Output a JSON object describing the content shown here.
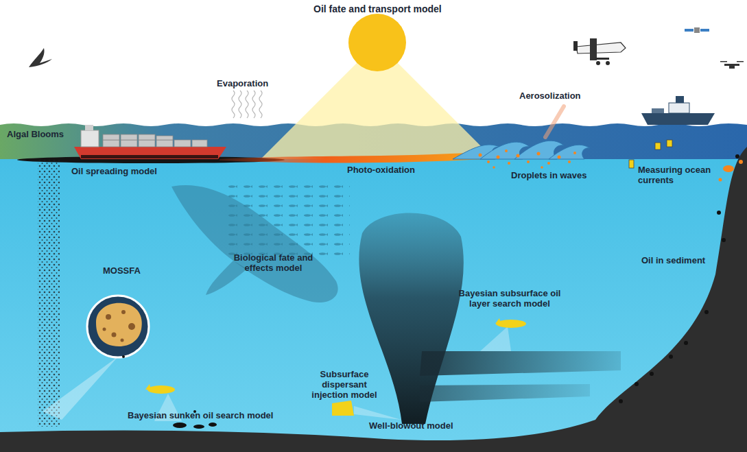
{
  "diagram": {
    "title": "Oil fate and transport model",
    "labels": [
      "Evaporation",
      "Aerosolization",
      "Algal Blooms",
      "Oil spreading model",
      "Photo-oxidation",
      "Droplets in waves",
      "Measuring ocean currents",
      "Oil in sediment",
      "MOSSFA",
      "Biological fate and effects model",
      "Bayesian subsurface oil layer search model",
      "Subsurface dispersant injection model",
      "Bayesian sunken oil search model",
      "Well-blowout model"
    ]
  }
}
